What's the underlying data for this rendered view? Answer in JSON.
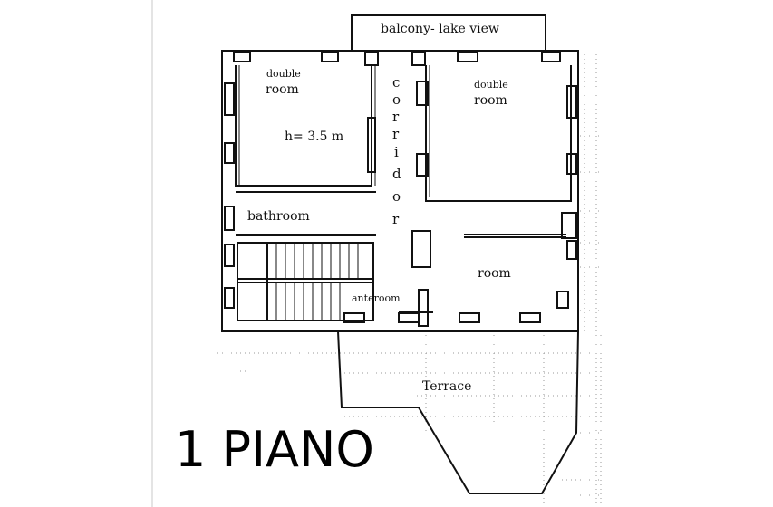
{
  "floor_title": "1 PIANO",
  "labels": {
    "balcony": "balcony- lake view",
    "double_room_left_1": "double",
    "double_room_left_2": "room",
    "height_note": "h= 3.5 m",
    "double_room_right_1": "double",
    "double_room_right_2": "room",
    "bathroom": "bathroom",
    "room": "room",
    "anteroom": "anteroom",
    "terrace": "Terrace"
  },
  "corridor_letters": [
    "c",
    "o",
    "r",
    "r",
    "i",
    "d",
    "o",
    "r"
  ],
  "colors": {
    "line": "#111111",
    "grid": "#9a9a9a",
    "sidebar_border": "#e4e4e4"
  }
}
